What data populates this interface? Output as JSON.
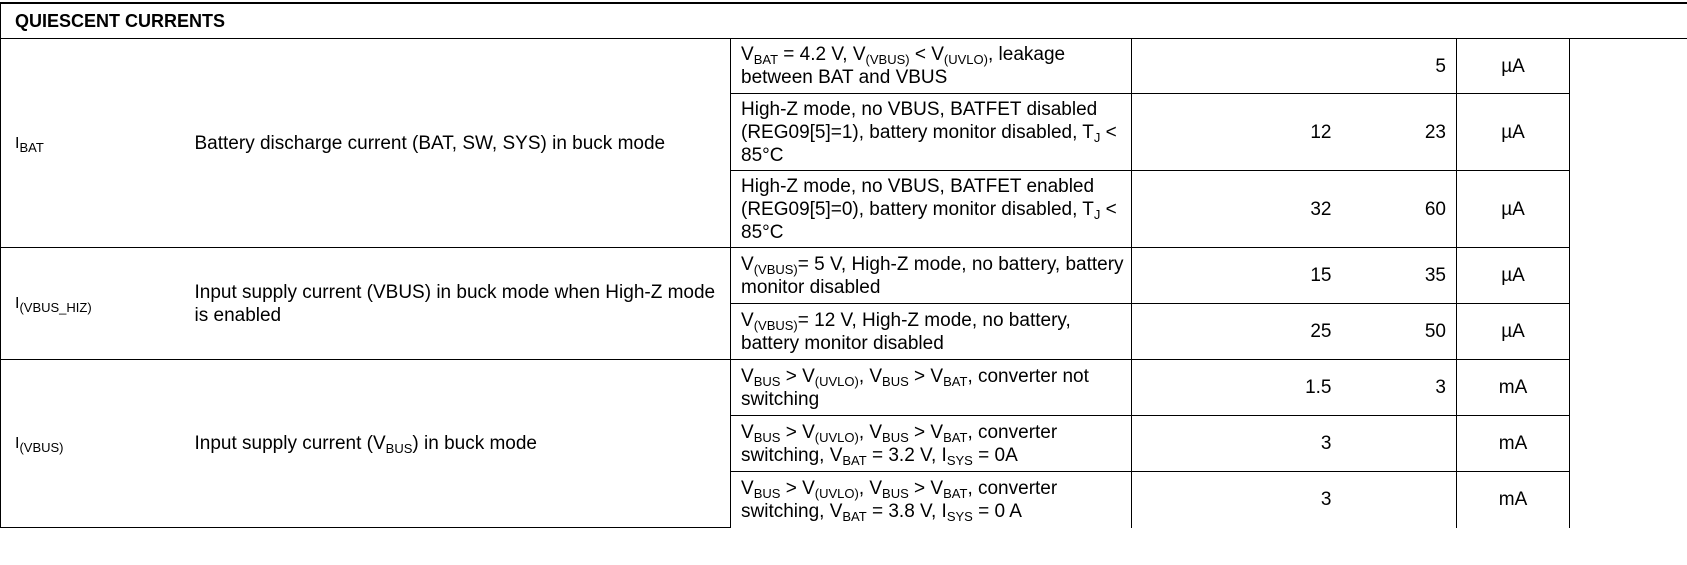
{
  "section_title": "QUIESCENT CURRENTS",
  "rows": [
    {
      "param": {
        "base": "I",
        "sub": "BAT"
      },
      "desc": "Battery discharge current (BAT, SW, SYS) in buck mode",
      "conds": [
        {
          "parts": [
            [
              "V",
              ""
            ],
            [
              "BAT",
              "s"
            ],
            [
              " = 4.2 V, V",
              ""
            ],
            [
              "(VBUS)",
              "s"
            ],
            [
              " < V",
              ""
            ],
            [
              "(UVLO)",
              "s"
            ],
            [
              ", leakage between BAT and VBUS",
              ""
            ]
          ],
          "typ": "",
          "max": "5",
          "unit": "µA"
        },
        {
          "parts": [
            [
              "High-Z mode, no VBUS, BATFET disabled (REG09[5]=1), battery monitor disabled, T",
              ""
            ],
            [
              "J",
              "s"
            ],
            [
              " < 85°C",
              ""
            ]
          ],
          "typ": "12",
          "max": "23",
          "unit": "µA"
        },
        {
          "parts": [
            [
              "High-Z mode, no VBUS, BATFET enabled (REG09[5]=0), battery monitor disabled, T",
              ""
            ],
            [
              "J",
              "s"
            ],
            [
              " < 85°C",
              ""
            ]
          ],
          "typ": "32",
          "max": "60",
          "unit": "µA"
        }
      ]
    },
    {
      "param": {
        "base": "I",
        "sub": "(VBUS_HIZ)"
      },
      "desc": "Input supply current (VBUS) in buck mode when High-Z mode is enabled",
      "conds": [
        {
          "parts": [
            [
              "V",
              ""
            ],
            [
              "(VBUS)",
              "s"
            ],
            [
              "= 5 V, High-Z mode, no battery, battery monitor disabled",
              ""
            ]
          ],
          "typ": "15",
          "max": "35",
          "unit": "µA"
        },
        {
          "parts": [
            [
              "V",
              ""
            ],
            [
              "(VBUS)",
              "s"
            ],
            [
              "= 12 V, High-Z mode, no battery, battery monitor disabled",
              ""
            ]
          ],
          "typ": "25",
          "max": "50",
          "unit": "µA"
        }
      ]
    },
    {
      "param": {
        "base": "I",
        "sub": "(VBUS)"
      },
      "desc_parts": [
        [
          "Input supply current (V",
          ""
        ],
        [
          "BUS",
          "s"
        ],
        [
          ") in buck mode",
          ""
        ]
      ],
      "conds": [
        {
          "parts": [
            [
              "V",
              ""
            ],
            [
              "BUS",
              "s"
            ],
            [
              " > V",
              ""
            ],
            [
              "(UVLO)",
              "s"
            ],
            [
              ", V",
              ""
            ],
            [
              "BUS",
              "s"
            ],
            [
              " > V",
              ""
            ],
            [
              "BAT",
              "s"
            ],
            [
              ", converter not switching",
              ""
            ]
          ],
          "typ": "1.5",
          "max": "3",
          "unit": "mA"
        },
        {
          "parts": [
            [
              "V",
              ""
            ],
            [
              "BUS",
              "s"
            ],
            [
              " > V",
              ""
            ],
            [
              "(UVLO)",
              "s"
            ],
            [
              ", V",
              ""
            ],
            [
              "BUS",
              "s"
            ],
            [
              " > V",
              ""
            ],
            [
              "BAT",
              "s"
            ],
            [
              ", converter switching, V",
              ""
            ],
            [
              "BAT",
              "s"
            ],
            [
              " = 3.2 V, I",
              ""
            ],
            [
              "SYS",
              "s"
            ],
            [
              " = 0A",
              ""
            ]
          ],
          "typ": "3",
          "max": "",
          "unit": "mA"
        },
        {
          "parts": [
            [
              "V",
              ""
            ],
            [
              "BUS",
              "s"
            ],
            [
              " > V",
              ""
            ],
            [
              "(UVLO)",
              "s"
            ],
            [
              ", V",
              ""
            ],
            [
              "BUS",
              "s"
            ],
            [
              " > V",
              ""
            ],
            [
              "BAT",
              "s"
            ],
            [
              ", converter switching, V",
              ""
            ],
            [
              "BAT",
              "s"
            ],
            [
              " = 3.8 V, I",
              ""
            ],
            [
              "SYS",
              "s"
            ],
            [
              " = 0 A",
              ""
            ]
          ],
          "typ": "3",
          "max": "",
          "unit": "mA"
        }
      ]
    }
  ]
}
